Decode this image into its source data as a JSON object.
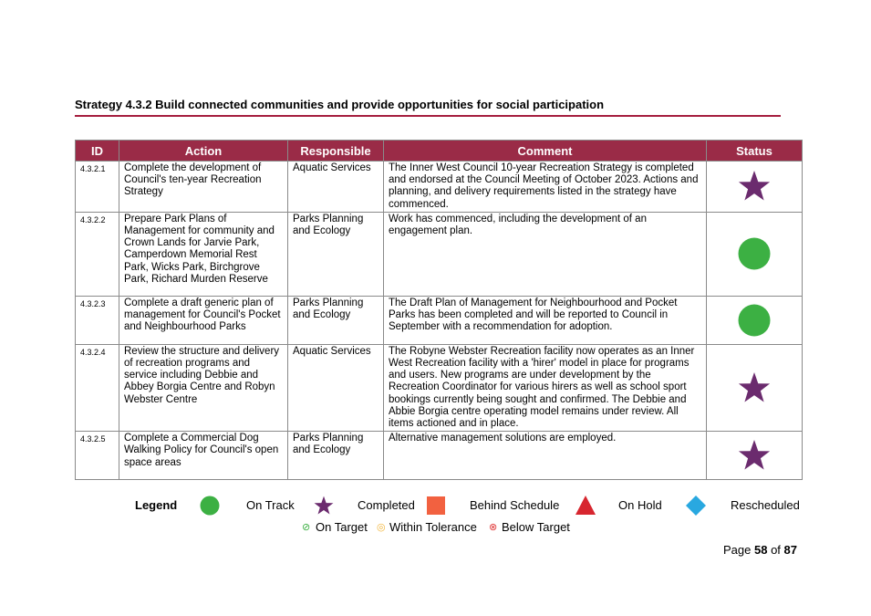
{
  "heading": "Strategy 4.3.2 Build connected communities and provide opportunities for social participation",
  "columns": [
    "ID",
    "Action",
    "Responsible",
    "Comment",
    "Status"
  ],
  "rows": [
    {
      "id": "4.3.2.1",
      "action": "Complete the development of Council's ten-year Recreation Strategy",
      "responsible": "Aquatic Services",
      "comment": "The Inner West Council 10-year Recreation Strategy is completed and endorsed at the Council Meeting of October 2023. Actions and planning, and delivery requirements listed in the strategy have commenced.",
      "status": "Completed"
    },
    {
      "id": "4.3.2.2",
      "action": "Prepare Park Plans of Management for community and Crown Lands for Jarvie Park, Camperdown Memorial Rest Park, Wicks Park, Birchgrove Park, Richard Murden Reserve",
      "responsible": "Parks Planning and Ecology",
      "comment": "Work has commenced, including the development of an engagement plan.",
      "status": "On Track"
    },
    {
      "id": "4.3.2.3",
      "action": "Complete a draft generic plan of management for Council's Pocket and Neighbourhood Parks",
      "responsible": "Parks Planning and Ecology",
      "comment": "The Draft Plan of Management for Neighbourhood and Pocket Parks has been completed and will be reported to Council in September with a recommendation for adoption.",
      "status": "On Track"
    },
    {
      "id": "4.3.2.4",
      "action": "Review the structure and delivery of recreation programs and service including Debbie and Abbey Borgia Centre and Robyn Webster Centre",
      "responsible": "Aquatic Services",
      "comment": "The Robyne Webster Recreation facility now operates as an Inner West Recreation facility with a 'hirer' model in place for programs and users. New programs are under development by the Recreation Coordinator for various hirers as well as school sport bookings currently being sought and confirmed. The Debbie and Abbie Borgia centre operating model remains under review.  All items actioned and in place.",
      "status": "Completed"
    },
    {
      "id": "4.3.2.5",
      "action": "Complete a Commercial Dog Walking Policy for Council's open space areas",
      "responsible": "Parks Planning and Ecology",
      "comment": "Alternative management solutions are employed.",
      "status": "Completed"
    }
  ],
  "colors": {
    "header": "#9a2b47",
    "rule": "#a51d3e",
    "on_track": "#3cb043",
    "completed": "#6b2b6e",
    "behind": "#f26140",
    "on_hold": "#d7262f",
    "rescheduled": "#29a8e0",
    "on_target": "#3cb043",
    "within_tolerance": "#f2b63c",
    "below_target": "#e03a3a"
  },
  "legend": {
    "title": "Legend",
    "on_track": "On Track",
    "completed": "Completed",
    "behind": "Behind Schedule",
    "on_hold": "On Hold",
    "rescheduled": "Rescheduled",
    "on_target": "On Target",
    "within_tolerance": "Within Tolerance",
    "below_target": "Below Target"
  },
  "page": {
    "prefix": "Page",
    "current": "58",
    "of": "of",
    "total": "87"
  }
}
